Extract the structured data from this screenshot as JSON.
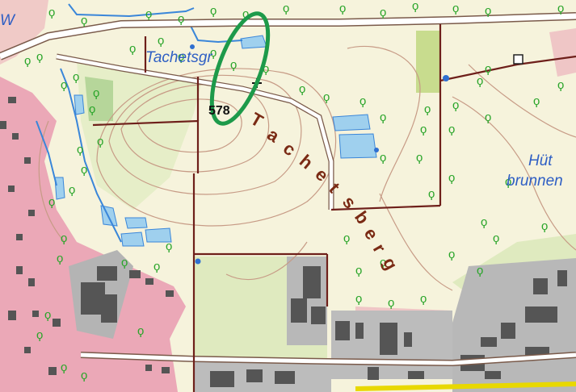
{
  "labels": {
    "stream": "Tachetsgr",
    "elevation": "578",
    "hill_letters": [
      "T",
      "a",
      "c",
      "h",
      "e",
      "t",
      "s",
      "b",
      "e",
      "r",
      "g"
    ],
    "place_line1": "Hüt",
    "place_line2": "brunnen",
    "edge_fragment": "W"
  },
  "colors": {
    "background": "#f6f3dc",
    "meadow": "#dfeabf",
    "urban_pink": "#e9a0b0",
    "industrial_grey": "#b4b4b4",
    "building": "#555555",
    "water": "#9fd0ee",
    "stream": "#3a86d9",
    "contour": "#c79b86",
    "road": "#ffffff",
    "road_casing": "#7a5a4a",
    "path": "#6e1f1a",
    "forest_symbol": "#2aa52a",
    "highlight_ring": "#1d9a4a"
  },
  "icons": [
    "deciduous-tree-icon",
    "summit-cross-icon",
    "tower-square-icon"
  ],
  "highlight": "green-ellipse-annotation"
}
